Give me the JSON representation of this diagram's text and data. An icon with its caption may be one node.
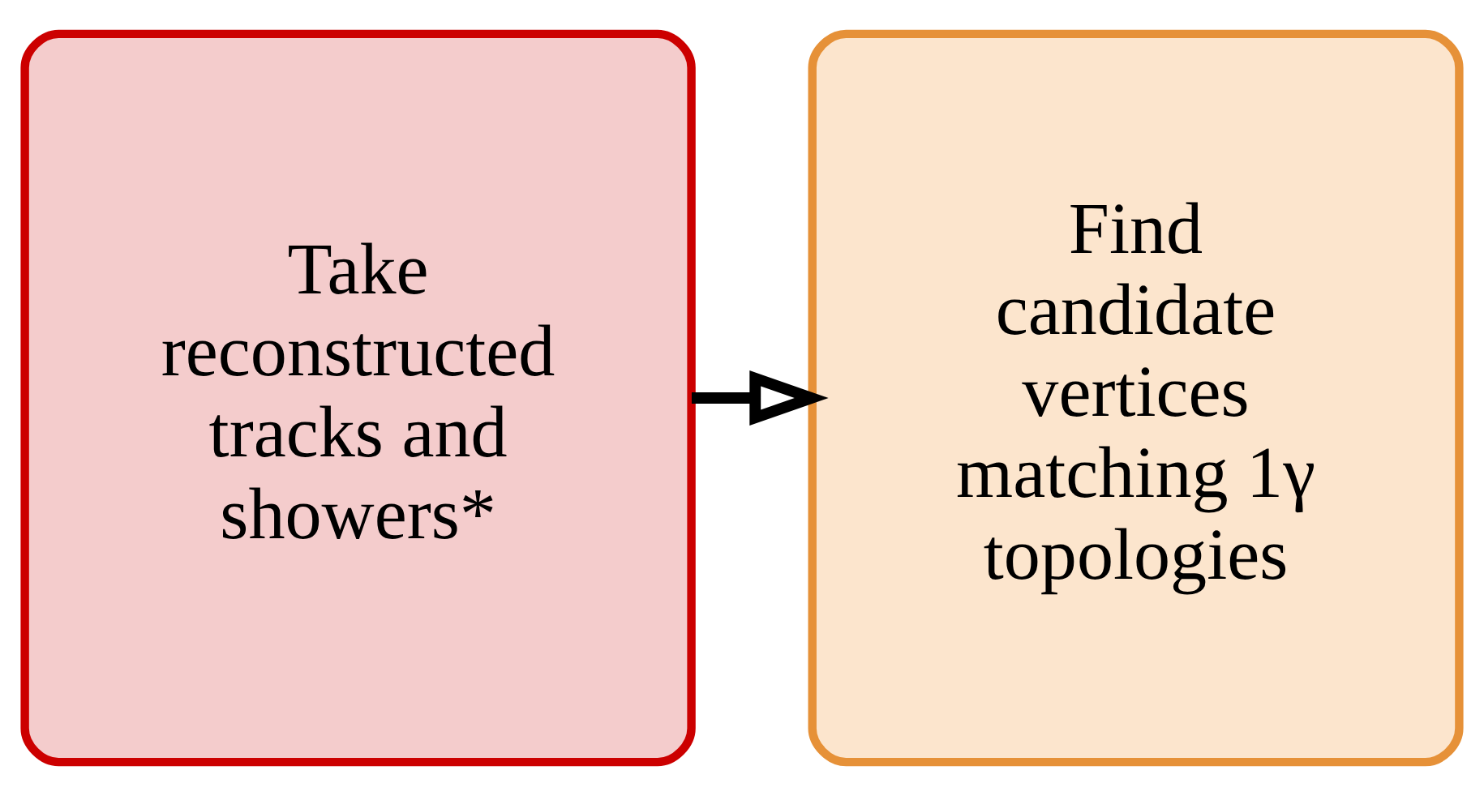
{
  "diagram": {
    "nodes": [
      {
        "text": [
          "Take reconstructed tracks and showers*"
        ]
      },
      {
        "text": [
          "Find candidate vertices matching 1γ topologies"
        ]
      }
    ],
    "edges": [
      {
        "from": 0,
        "to": 1,
        "arrow": "to"
      }
    ]
  }
}
